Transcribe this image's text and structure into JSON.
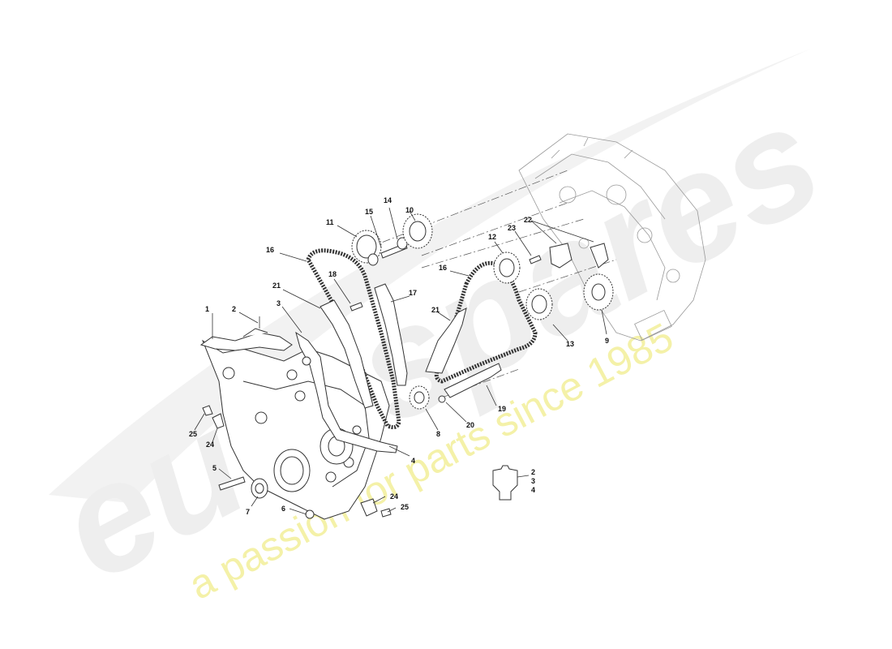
{
  "watermark": {
    "brand": "eurospares",
    "tagline": "a passion for parts since 1985"
  },
  "callouts": [
    {
      "id": "c1",
      "text": "1"
    },
    {
      "id": "c2",
      "text": "2"
    },
    {
      "id": "c3",
      "text": "3"
    },
    {
      "id": "c4",
      "text": "4"
    },
    {
      "id": "c5",
      "text": "5"
    },
    {
      "id": "c6",
      "text": "6"
    },
    {
      "id": "c7",
      "text": "7"
    },
    {
      "id": "c8",
      "text": "8"
    },
    {
      "id": "c9",
      "text": "9"
    },
    {
      "id": "c10",
      "text": "10"
    },
    {
      "id": "c11",
      "text": "11"
    },
    {
      "id": "c12",
      "text": "12"
    },
    {
      "id": "c13",
      "text": "13"
    },
    {
      "id": "c14",
      "text": "14"
    },
    {
      "id": "c15",
      "text": "15"
    },
    {
      "id": "c16a",
      "text": "16"
    },
    {
      "id": "c16b",
      "text": "16"
    },
    {
      "id": "c17",
      "text": "17"
    },
    {
      "id": "c18",
      "text": "18"
    },
    {
      "id": "c19",
      "text": "19"
    },
    {
      "id": "c20",
      "text": "20"
    },
    {
      "id": "c21a",
      "text": "21"
    },
    {
      "id": "c21b",
      "text": "21"
    },
    {
      "id": "c22",
      "text": "22"
    },
    {
      "id": "c23",
      "text": "23"
    },
    {
      "id": "c24a",
      "text": "24"
    },
    {
      "id": "c24b",
      "text": "24"
    },
    {
      "id": "c25a",
      "text": "25"
    },
    {
      "id": "c25b",
      "text": "25"
    },
    {
      "id": "c2b",
      "text": "2"
    },
    {
      "id": "c3b",
      "text": "3"
    },
    {
      "id": "c4b",
      "text": "4"
    }
  ],
  "colors": {
    "line": "#333333",
    "watermark_brand": "#eeeeee",
    "watermark_tagline": "#f4f1a8"
  }
}
